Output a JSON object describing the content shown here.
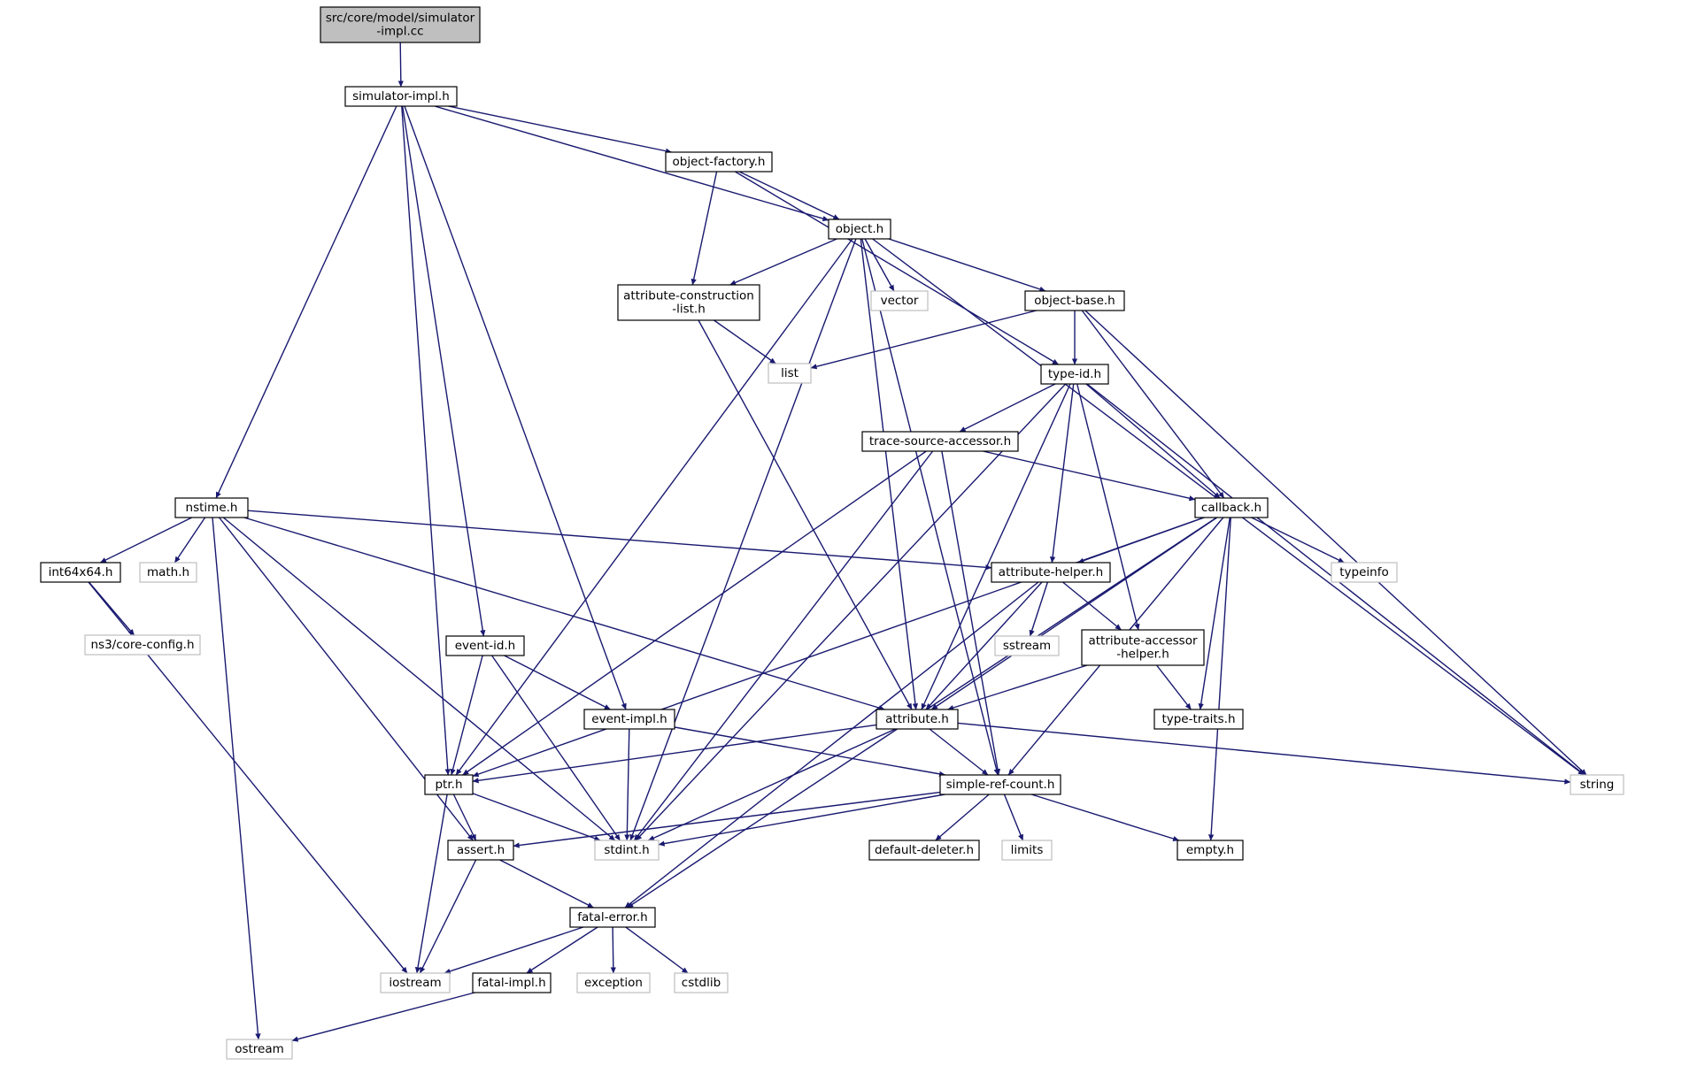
{
  "nodes": [
    {
      "id": "root",
      "lines": [
        "src/core/model/simulator",
        "-impl.cc"
      ],
      "kind": "root"
    },
    {
      "id": "simimpl",
      "lines": [
        "simulator-impl.h"
      ],
      "kind": "header"
    },
    {
      "id": "objfactory",
      "lines": [
        "object-factory.h"
      ],
      "kind": "header"
    },
    {
      "id": "object",
      "lines": [
        "object.h"
      ],
      "kind": "header"
    },
    {
      "id": "attrcons",
      "lines": [
        "attribute-construction",
        "-list.h"
      ],
      "kind": "header"
    },
    {
      "id": "vector",
      "lines": [
        "vector"
      ],
      "kind": "system"
    },
    {
      "id": "objbase",
      "lines": [
        "object-base.h"
      ],
      "kind": "header"
    },
    {
      "id": "list",
      "lines": [
        "list"
      ],
      "kind": "system"
    },
    {
      "id": "typeid",
      "lines": [
        "type-id.h"
      ],
      "kind": "header"
    },
    {
      "id": "tracesrc",
      "lines": [
        "trace-source-accessor.h"
      ],
      "kind": "header"
    },
    {
      "id": "nstime",
      "lines": [
        "nstime.h"
      ],
      "kind": "header"
    },
    {
      "id": "callback",
      "lines": [
        "callback.h"
      ],
      "kind": "header"
    },
    {
      "id": "int64",
      "lines": [
        "int64x64.h"
      ],
      "kind": "header"
    },
    {
      "id": "math",
      "lines": [
        "math.h"
      ],
      "kind": "system"
    },
    {
      "id": "attrhelper",
      "lines": [
        "attribute-helper.h"
      ],
      "kind": "header"
    },
    {
      "id": "typeinfo",
      "lines": [
        "typeinfo"
      ],
      "kind": "system"
    },
    {
      "id": "nscfg",
      "lines": [
        "ns3/core-config.h"
      ],
      "kind": "system"
    },
    {
      "id": "eventid",
      "lines": [
        "event-id.h"
      ],
      "kind": "header"
    },
    {
      "id": "sstream",
      "lines": [
        "sstream"
      ],
      "kind": "system"
    },
    {
      "id": "attracc",
      "lines": [
        "attribute-accessor",
        "-helper.h"
      ],
      "kind": "header"
    },
    {
      "id": "eventimpl",
      "lines": [
        "event-impl.h"
      ],
      "kind": "header"
    },
    {
      "id": "attribute",
      "lines": [
        "attribute.h"
      ],
      "kind": "header"
    },
    {
      "id": "typetraits",
      "lines": [
        "type-traits.h"
      ],
      "kind": "header"
    },
    {
      "id": "ptr",
      "lines": [
        "ptr.h"
      ],
      "kind": "header"
    },
    {
      "id": "simpleref",
      "lines": [
        "simple-ref-count.h"
      ],
      "kind": "header"
    },
    {
      "id": "string",
      "lines": [
        "string"
      ],
      "kind": "system"
    },
    {
      "id": "stdint",
      "lines": [
        "stdint.h"
      ],
      "kind": "system"
    },
    {
      "id": "assert",
      "lines": [
        "assert.h"
      ],
      "kind": "header"
    },
    {
      "id": "defdel",
      "lines": [
        "default-deleter.h"
      ],
      "kind": "header"
    },
    {
      "id": "limits",
      "lines": [
        "limits"
      ],
      "kind": "system"
    },
    {
      "id": "empty",
      "lines": [
        "empty.h"
      ],
      "kind": "header"
    },
    {
      "id": "fatalerr",
      "lines": [
        "fatal-error.h"
      ],
      "kind": "header"
    },
    {
      "id": "iostream",
      "lines": [
        "iostream"
      ],
      "kind": "system"
    },
    {
      "id": "fatalimpl",
      "lines": [
        "fatal-impl.h"
      ],
      "kind": "header"
    },
    {
      "id": "exception",
      "lines": [
        "exception"
      ],
      "kind": "system"
    },
    {
      "id": "cstdlib",
      "lines": [
        "cstdlib"
      ],
      "kind": "system"
    },
    {
      "id": "ostream",
      "lines": [
        "ostream"
      ],
      "kind": "system"
    }
  ],
  "edges": [
    [
      "root",
      "simimpl"
    ],
    [
      "simimpl",
      "objfactory"
    ],
    [
      "simimpl",
      "object"
    ],
    [
      "simimpl",
      "nstime"
    ],
    [
      "simimpl",
      "ptr"
    ],
    [
      "simimpl",
      "eventid"
    ],
    [
      "simimpl",
      "eventimpl"
    ],
    [
      "objfactory",
      "object"
    ],
    [
      "objfactory",
      "attrcons"
    ],
    [
      "objfactory",
      "typeid"
    ],
    [
      "object",
      "attrcons"
    ],
    [
      "object",
      "vector"
    ],
    [
      "object",
      "objbase"
    ],
    [
      "object",
      "ptr"
    ],
    [
      "object",
      "stdint"
    ],
    [
      "object",
      "attribute"
    ],
    [
      "object",
      "simpleref"
    ],
    [
      "object",
      "string"
    ],
    [
      "attrcons",
      "list"
    ],
    [
      "attrcons",
      "attribute"
    ],
    [
      "objbase",
      "list"
    ],
    [
      "objbase",
      "typeid"
    ],
    [
      "objbase",
      "callback"
    ],
    [
      "objbase",
      "string"
    ],
    [
      "typeid",
      "tracesrc"
    ],
    [
      "typeid",
      "callback"
    ],
    [
      "typeid",
      "attrhelper"
    ],
    [
      "typeid",
      "attracc"
    ],
    [
      "typeid",
      "attribute"
    ],
    [
      "typeid",
      "stdint"
    ],
    [
      "typeid",
      "string"
    ],
    [
      "tracesrc",
      "callback"
    ],
    [
      "tracesrc",
      "ptr"
    ],
    [
      "tracesrc",
      "stdint"
    ],
    [
      "tracesrc",
      "simpleref"
    ],
    [
      "nstime",
      "int64"
    ],
    [
      "nstime",
      "math"
    ],
    [
      "nstime",
      "attrhelper"
    ],
    [
      "nstime",
      "attribute"
    ],
    [
      "nstime",
      "assert"
    ],
    [
      "nstime",
      "stdint"
    ],
    [
      "nstime",
      "ostream"
    ],
    [
      "callback",
      "attrhelper"
    ],
    [
      "callback",
      "typeinfo"
    ],
    [
      "callback",
      "ptr"
    ],
    [
      "callback",
      "attribute"
    ],
    [
      "callback",
      "simpleref"
    ],
    [
      "callback",
      "typetraits"
    ],
    [
      "callback",
      "empty"
    ],
    [
      "callback",
      "fatalerr"
    ],
    [
      "int64",
      "nscfg"
    ],
    [
      "int64",
      "iostream"
    ],
    [
      "attrhelper",
      "sstream"
    ],
    [
      "attrhelper",
      "attracc"
    ],
    [
      "attrhelper",
      "attribute"
    ],
    [
      "attrhelper",
      "fatalerr"
    ],
    [
      "eventid",
      "eventimpl"
    ],
    [
      "eventid",
      "ptr"
    ],
    [
      "eventid",
      "stdint"
    ],
    [
      "attracc",
      "attribute"
    ],
    [
      "attracc",
      "typetraits"
    ],
    [
      "eventimpl",
      "simpleref"
    ],
    [
      "eventimpl",
      "stdint"
    ],
    [
      "attribute",
      "ptr"
    ],
    [
      "attribute",
      "simpleref"
    ],
    [
      "attribute",
      "stdint"
    ],
    [
      "attribute",
      "string"
    ],
    [
      "ptr",
      "assert"
    ],
    [
      "ptr",
      "stdint"
    ],
    [
      "ptr",
      "iostream"
    ],
    [
      "simpleref",
      "defdel"
    ],
    [
      "simpleref",
      "limits"
    ],
    [
      "simpleref",
      "empty"
    ],
    [
      "simpleref",
      "assert"
    ],
    [
      "simpleref",
      "stdint"
    ],
    [
      "assert",
      "fatalerr"
    ],
    [
      "assert",
      "iostream"
    ],
    [
      "fatalerr",
      "iostream"
    ],
    [
      "fatalerr",
      "fatalimpl"
    ],
    [
      "fatalerr",
      "exception"
    ],
    [
      "fatalerr",
      "cstdlib"
    ],
    [
      "fatalimpl",
      "ostream"
    ]
  ]
}
